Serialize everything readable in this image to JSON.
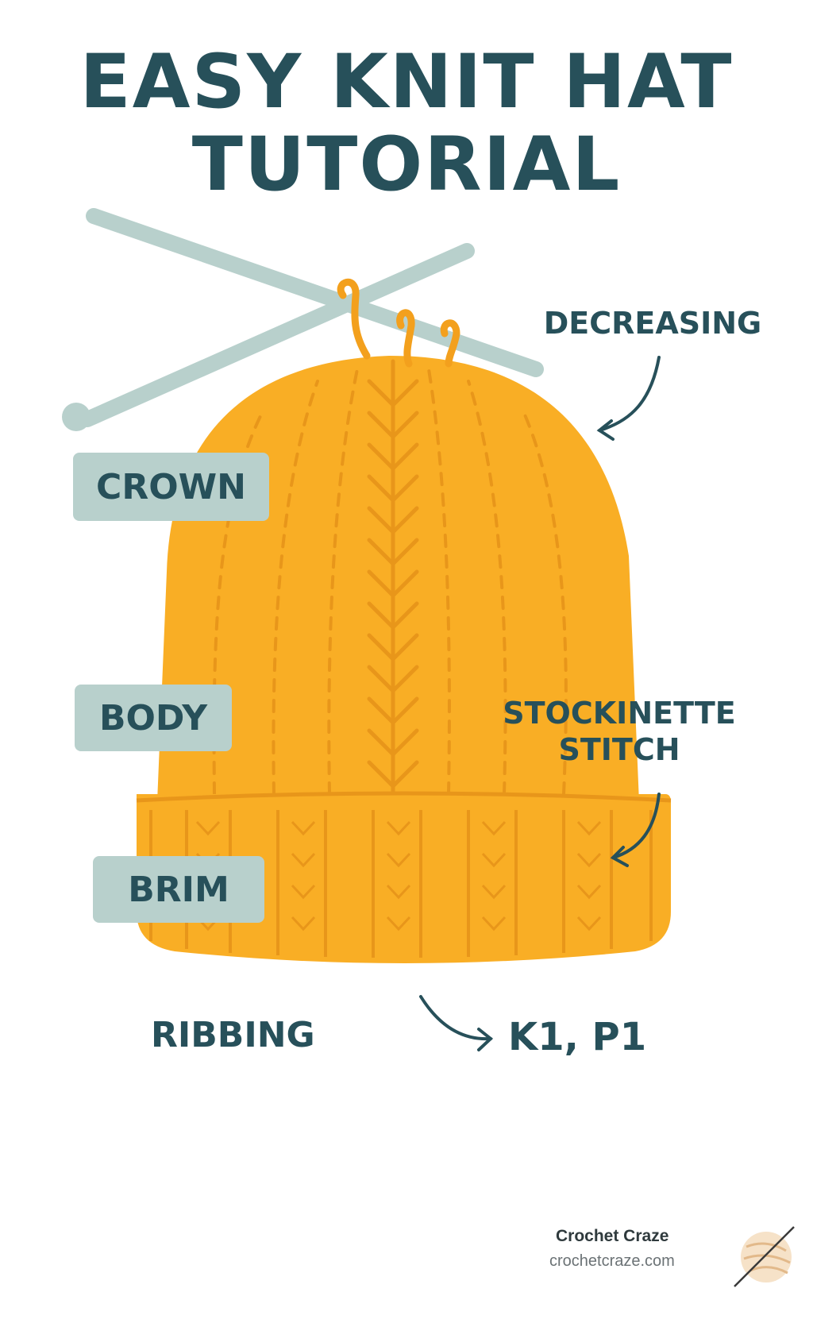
{
  "title": {
    "line1": "EASY KNIT HAT",
    "line2": "TUTORIAL"
  },
  "labels": {
    "crown": "CROWN",
    "body": "BODY",
    "brim": "BRIM",
    "decreasing": "DECREASING",
    "stockinette_line1": "STOCKINETTE",
    "stockinette_line2": "STITCH",
    "ribbing": "RIBBING",
    "ribbing_pattern": "K1, P1"
  },
  "brand": {
    "name": "Crochet Craze",
    "url": "crochetcraze.com"
  },
  "colors": {
    "text": "#27505a",
    "hat": "#f9ae25",
    "hat_dark": "#e8961a",
    "needle": "#b8d0cc",
    "label_bg": "#b8d0cc"
  },
  "icons": [
    "knitting-needles-icon",
    "yarn-ball-icon",
    "arrow-icon"
  ]
}
